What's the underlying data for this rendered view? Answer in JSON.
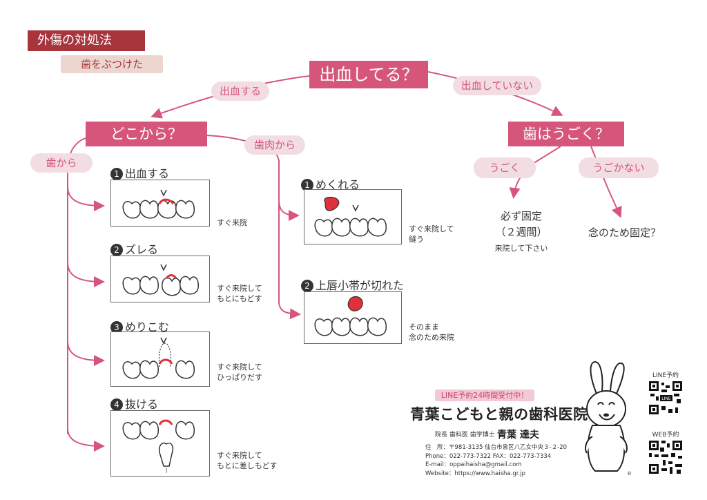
{
  "header": {
    "title": "外傷の対処法",
    "subtitle": "歯をぶつけた"
  },
  "question_main": "出血してる？",
  "branch_yes": "出血する",
  "branch_no": "出血していない",
  "question_where": "どこから？",
  "from_teeth": "歯から",
  "from_gums": "歯肉から",
  "question_move": "歯はうごく？",
  "moves": "うごく",
  "not_moves": "うごかない",
  "teeth_steps": [
    {
      "num": "1",
      "title": "出血する",
      "note": [
        "すぐ来院"
      ]
    },
    {
      "num": "2",
      "title": "ズレる",
      "note": [
        "すぐ来院して",
        "もとにもどす"
      ]
    },
    {
      "num": "3",
      "title": "めりこむ",
      "note": [
        "すぐ来院して",
        "ひっぱりだす"
      ]
    },
    {
      "num": "4",
      "title": "抜ける",
      "note": [
        "すぐ来院して",
        "もとに差しもどす"
      ]
    }
  ],
  "gum_steps": [
    {
      "num": "1",
      "title": "めくれる",
      "note": [
        "すぐ来院して",
        "縫う"
      ]
    },
    {
      "num": "2",
      "title": "上唇小帯が切れた",
      "note": [
        "そのまま",
        "念のため来院"
      ]
    }
  ],
  "moves_result": {
    "line1": "必ず固定",
    "line2": "（２週間）",
    "sub": "来院して下さい"
  },
  "not_moves_result": "念のため固定？",
  "clinic": {
    "banner": "LINE予約24時間受付中！",
    "name": "青葉こどもと親の歯科医院",
    "reg": "®",
    "director_role": "院長 歯科医 歯学博士",
    "director_name": "青葉 達夫",
    "address": "住　所：〒981-3135 仙台市泉区八乙女中央３-２-20",
    "phone": "Phone：022-773-7322  FAX：022-773-7334",
    "email": "E-mail：oppaihaisha@gmail.com",
    "website": "Website：https://www.haisha.gr.jp"
  },
  "qr": {
    "line_label": "LINE予約",
    "line_center": "LINE",
    "web_label": "WEB予約"
  },
  "mascot_mark": "®",
  "colors": {
    "accent": "#d6567b",
    "dark_red": "#a8343c",
    "pill": "#f2dde3",
    "blood": "#e0303a"
  }
}
